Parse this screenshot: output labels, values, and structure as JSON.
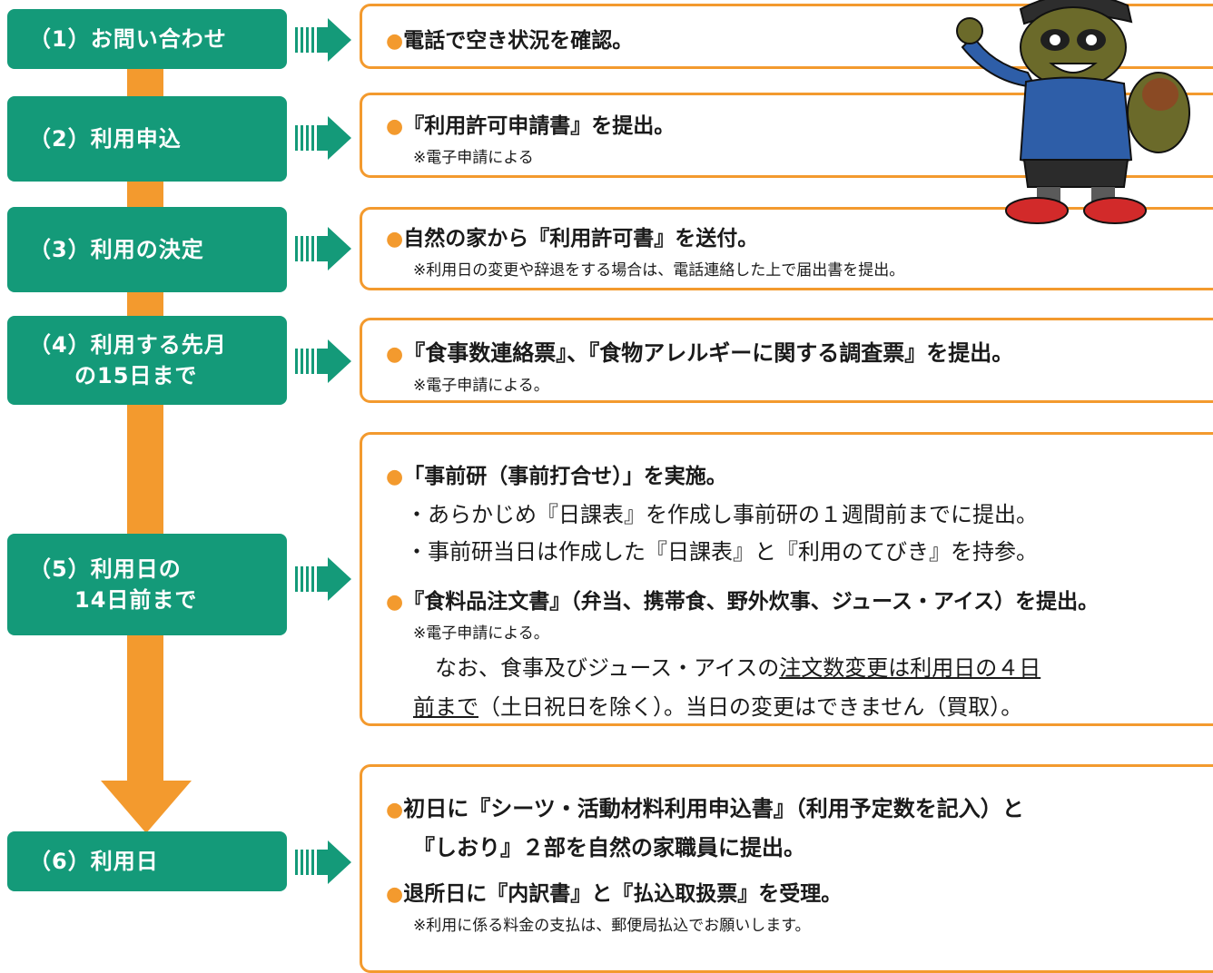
{
  "colors": {
    "step_green": "#149a79",
    "accent_orange": "#f39a2e"
  },
  "steps": [
    {
      "label": "（1）お問い合わせ"
    },
    {
      "label": "（2）利用申込"
    },
    {
      "label": "（3）利用の決定"
    },
    {
      "label": "（4）利用する先月\n　　の15日まで"
    },
    {
      "label": "（5）利用日の\n　　14日前まで"
    },
    {
      "label": "（6）利用日"
    }
  ],
  "boxes": {
    "b1": {
      "main": "電話で空き状況を確認。"
    },
    "b2": {
      "main": "『利用許可申請書』を提出。",
      "note": "※電子申請による"
    },
    "b3": {
      "main": "自然の家から『利用許可書』を送付。",
      "note": "※利用日の変更や辞退をする場合は、電話連絡した上で届出書を提出。"
    },
    "b4": {
      "main": "『食事数連絡票』、『食物アレルギーに関する調査票』を提出。",
      "note": "※電子申請による。"
    },
    "b5": {
      "main1": "「事前研（事前打合せ）」を実施。",
      "bullet1": "・あらかじめ『日課表』を作成し事前研の１週間前までに提出。",
      "bullet2": "・事前研当日は作成した『日課表』と『利用のてびき』を持参。",
      "main2": "『食料品注文書』（弁当、携帯食、野外炊事、ジュース・アイス）を提出。",
      "note": "※電子申請による。",
      "text1a": "　なお、食事及びジュース・アイスの",
      "text1b": "注文数変更は利用日の４日",
      "text2a": "前まで",
      "text2b": "（土日祝日を除く）。当日の変更はできません（買取）。"
    },
    "b6": {
      "main1a": "初日に『シーツ・活動材料利用申込書』（利用予定数を記入）と",
      "main1b": "『しおり』２部を自然の家職員に提出。",
      "main2": "退所日に『内訳書』と『払込取扱票』を受理。",
      "note": "※利用に係る料金の支払は、郵便局払込でお願いします。"
    }
  },
  "mascot": {
    "icon": "raccoon-dog-mascot-illustration"
  }
}
